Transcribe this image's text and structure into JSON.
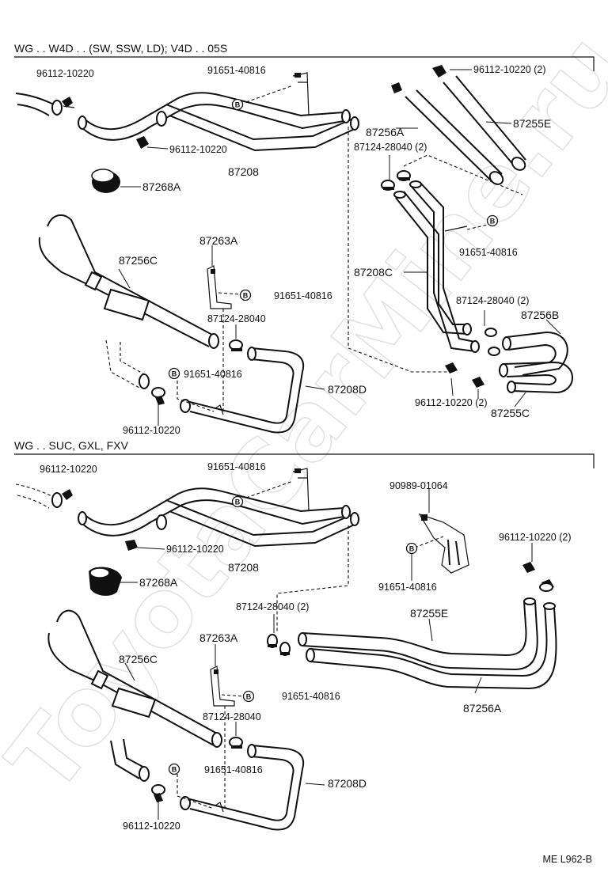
{
  "sections": [
    {
      "header": "WG . . W4D . . (SW, SSW, LD); V4D . . 05S",
      "labels": {
        "clamp_a": "96112-10220",
        "bolt_a": "91651-40816",
        "clamp_b": "96112-10220 (2)",
        "hose_e": "87255E",
        "hose_a": "87256A",
        "clamp_c": "87124-28040 (2)",
        "clamp_d": "96112-10220",
        "pipe_main": "87208",
        "grommet": "87268A",
        "bracket": "87263A",
        "hose_c": "87256C",
        "bolt_b": "91651-40816",
        "clamp_e": "87124-28040",
        "bolt_c": "91651-40816",
        "pipe_d": "87208D",
        "clamp_f": "96112-10220",
        "bolt_d": "91651-40816",
        "pipe_c": "87208C",
        "clamp_g": "87124-28040 (2)",
        "hose_b": "87256B",
        "clamp_h": "96112-10220 (2)",
        "hose_c2": "87255C"
      }
    },
    {
      "header": "WG . . SUC, GXL, FXV",
      "labels": {
        "clamp_a": "96112-10220",
        "bolt_a": "91651-40816",
        "bracket_b": "90989-01064",
        "clamp_d": "96112-10220",
        "pipe_main": "87208",
        "bolt_e": "91651-40816",
        "clamp_b": "96112-10220 (2)",
        "grommet": "87268A",
        "clamp_c": "87124-28040 (2)",
        "hose_e": "87255E",
        "bracket": "87263A",
        "hose_c": "87256C",
        "bolt_b": "91651-40816",
        "hose_a": "87256A",
        "clamp_e": "87124-28040",
        "bolt_c": "91651-40816",
        "pipe_d": "87208D",
        "clamp_f": "96112-10220"
      }
    }
  ],
  "bolt_marker": "B",
  "footer_code": "ME L962-B",
  "watermark": "ToyotaCarMine.ru"
}
